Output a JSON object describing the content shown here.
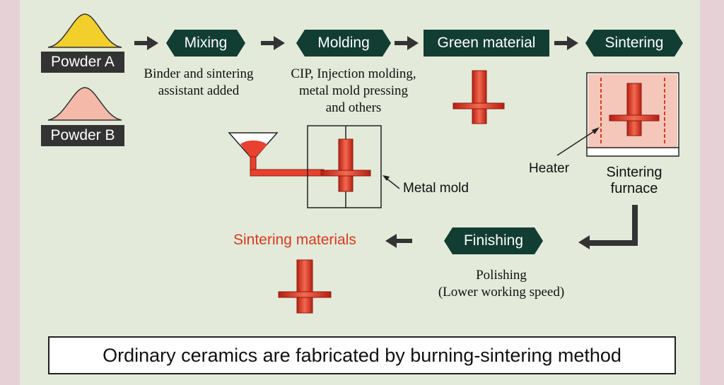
{
  "powders": [
    {
      "label": "Powder A",
      "color": "#f2cf2a"
    },
    {
      "label": "Powder B",
      "color": "#f4b9a9"
    }
  ],
  "steps": {
    "mixing": "Mixing",
    "molding": "Molding",
    "green_material": "Green material",
    "sintering": "Sintering",
    "finishing": "Finishing",
    "sintering_materials": "Sintering materials"
  },
  "notes": {
    "mixing_line1": "Binder and sintering",
    "mixing_line2": "assistant added",
    "molding_line1": "CIP, Injection molding,",
    "molding_line2": "metal mold pressing",
    "molding_line3": "and others",
    "finishing_line1": "Polishing",
    "finishing_line2": "(Lower working speed)"
  },
  "labels": {
    "metal_mold": "Metal mold",
    "heater": "Heater",
    "furnace_line1": "Sintering",
    "furnace_line2": "furnace"
  },
  "caption": "Ordinary ceramics are fabricated by burning-sintering method",
  "colors": {
    "step_fill": "#123d33",
    "part_red": "#e8412f",
    "result_text": "#d63a1e",
    "furnace_fill": "#f4c7ba"
  }
}
